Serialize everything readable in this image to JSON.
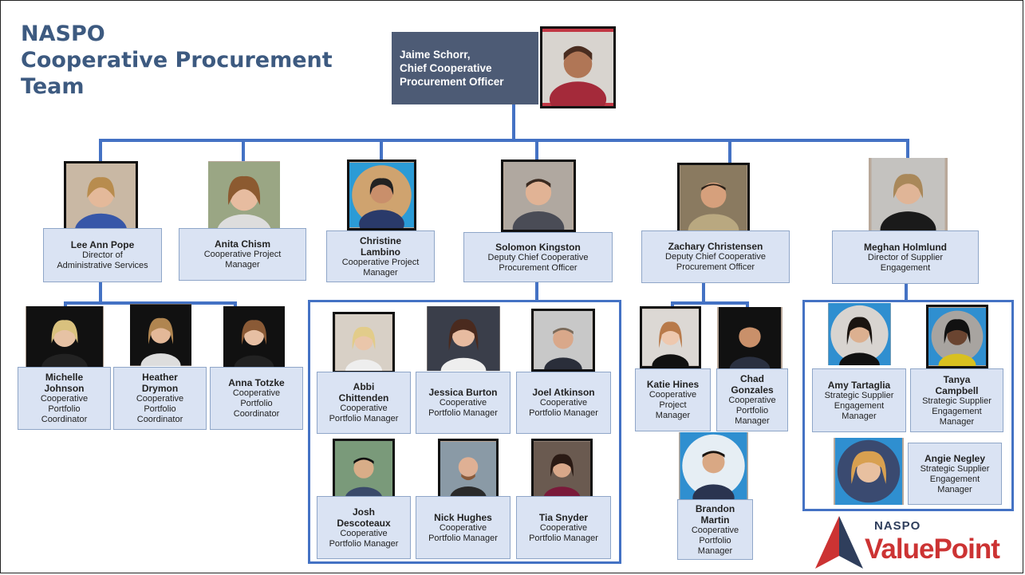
{
  "title_lines": [
    "NASPO",
    "Cooperative Procurement",
    "Team"
  ],
  "ceo": {
    "name": "Jaime Schorr,",
    "role_line1": "Chief Cooperative",
    "role_line2": "Procurement Officer"
  },
  "people": {
    "lee": {
      "name": "Lee Ann Pope",
      "role": "Director of Administrative Services"
    },
    "anita": {
      "name": "Anita Chism",
      "role": "Cooperative Project Manager"
    },
    "christine": {
      "name": "Christine Lambino",
      "role": "Cooperative Project Manager"
    },
    "solomon": {
      "name": "Solomon Kingston",
      "role": "Deputy Chief Cooperative Procurement Officer"
    },
    "zachary": {
      "name": "Zachary Christensen",
      "role": "Deputy Chief Cooperative Procurement Officer"
    },
    "meghan": {
      "name": "Meghan Holmlund",
      "role": "Director of Supplier Engagement"
    },
    "michelle": {
      "name": "Michelle Johnson",
      "role": "Cooperative Portfolio Coordinator"
    },
    "heather": {
      "name": "Heather Drymon",
      "role": "Cooperative Portfolio Coordinator"
    },
    "anna": {
      "name": "Anna Totzke",
      "role": "Cooperative Portfolio Coordinator"
    },
    "abbi": {
      "name": "Abbi Chittenden",
      "role": "Cooperative Portfolio Manager"
    },
    "jessica": {
      "name": "Jessica Burton",
      "role": "Cooperative Portfolio Manager"
    },
    "joel": {
      "name": "Joel Atkinson",
      "role": "Cooperative Portfolio Manager"
    },
    "josh": {
      "name": "Josh Descoteaux",
      "role": "Cooperative Portfolio Manager"
    },
    "nick": {
      "name": "Nick Hughes",
      "role": "Cooperative Portfolio Manager"
    },
    "tia": {
      "name": "Tia Snyder",
      "role": "Cooperative Portfolio Manager"
    },
    "katie": {
      "name": "Katie Hines",
      "role": "Cooperative Project Manager"
    },
    "chad": {
      "name": "Chad Gonzales",
      "role": "Cooperative Portfolio Manager"
    },
    "brandon": {
      "name": "Brandon Martin",
      "role": "Cooperative Portfolio Manager"
    },
    "amy": {
      "name": "Amy Tartaglia",
      "role": "Strategic Supplier Engagement Manager"
    },
    "tanya": {
      "name": "Tanya Campbell",
      "role": "Strategic Supplier Engagement Manager"
    },
    "angie": {
      "name": "Angie Negley",
      "role": "Strategic Supplier Engagement Manager"
    }
  },
  "logo": {
    "top": "NASPO",
    "bottom": "ValuePoint"
  },
  "colors": {
    "title": "#3d5a80",
    "ceo_box": "#4d5b75",
    "connector": "#4472c4",
    "card": "#dae3f3",
    "logo_red": "#cc3333"
  }
}
